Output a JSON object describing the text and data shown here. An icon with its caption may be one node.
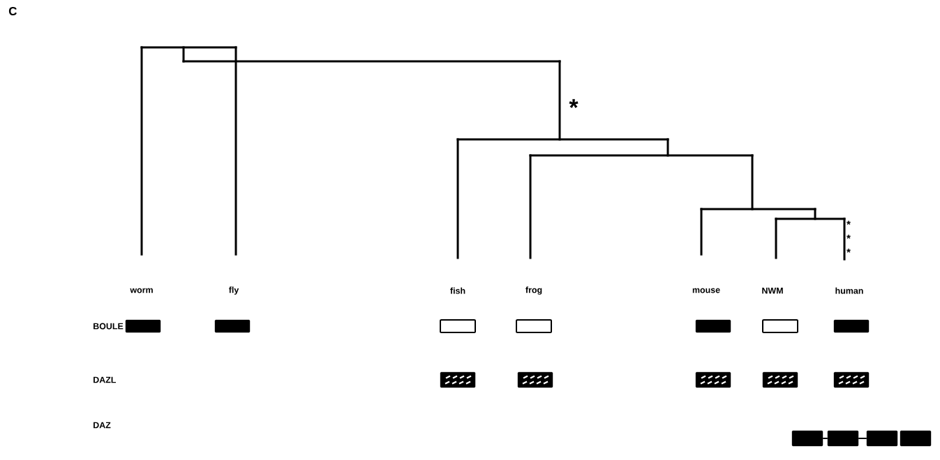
{
  "diagram": {
    "nodes": [
      {
        "text": [],
        "shape": "box"
      },
      {
        "text": [],
        "shape": "box"
      },
      {
        "text": [],
        "shape": "box"
      },
      {
        "text": [],
        "shape": "box"
      },
      {
        "text": [],
        "shape": "box"
      },
      {
        "text": [],
        "shape": "box"
      },
      {
        "text": [],
        "shape": "box"
      },
      {
        "text": [],
        "shape": "box"
      },
      {
        "text": [],
        "shape": "box"
      },
      {
        "text": [],
        "shape": "box"
      },
      {
        "text": [],
        "shape": "box"
      },
      {
        "text": [],
        "shape": "box"
      },
      {
        "text": [],
        "shape": "box"
      },
      {
        "text": [],
        "shape": "box"
      },
      {
        "text": [],
        "shape": "box"
      },
      {
        "text": [],
        "shape": "box"
      }
    ],
    "edges": [
      {
        "from": 12,
        "to": 13,
        "arrow": "none"
      },
      {
        "from": 13,
        "to": 14,
        "arrow": "none"
      }
    ],
    "labels": [
      "C",
      "*",
      "*",
      "*",
      "*",
      "worm",
      "fly",
      "fish",
      "frog",
      "mouse",
      "NWM",
      "human",
      "BOULE",
      "DAZL",
      "DAZ"
    ]
  }
}
